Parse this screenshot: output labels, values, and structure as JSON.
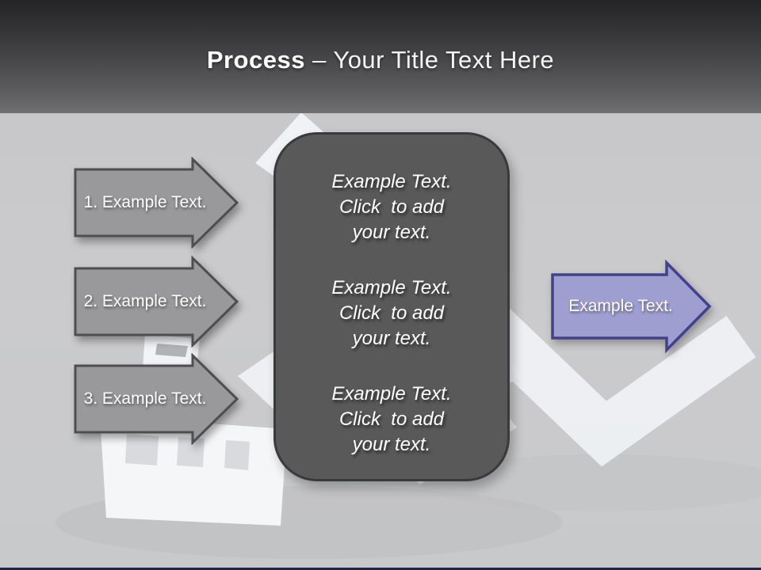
{
  "slide": {
    "title": {
      "bold": "Process",
      "rest": " – Your Title Text Here"
    },
    "left_arrows": [
      {
        "label": "1. Example Text."
      },
      {
        "label": "2. Example Text."
      },
      {
        "label": "3. Example Text."
      }
    ],
    "center_panel": {
      "blocks": [
        {
          "line1": "Example Text.",
          "line2": "Click  to add",
          "line3": "your text."
        },
        {
          "line1": "Example Text.",
          "line2": "Click  to add",
          "line3": "your text."
        },
        {
          "line1": "Example Text.",
          "line2": "Click  to add",
          "line3": "your text."
        }
      ]
    },
    "right_arrow": {
      "label": "Example Text."
    },
    "background_graphic": "faded 3D house pierced by bent white arrow",
    "colors": {
      "header_top": "#242426",
      "header_bottom": "#707072",
      "body_background": "#c8c8ca",
      "gray_arrow_fill": "#99999b",
      "gray_arrow_border": "#4e4e50",
      "panel_fill": "#595959",
      "panel_border": "#3a3a3c",
      "purple_arrow_fill": "#9e9ed1",
      "purple_arrow_border": "#42428c",
      "title_text": "#ffffff",
      "footer_bar": "#23234a"
    }
  }
}
